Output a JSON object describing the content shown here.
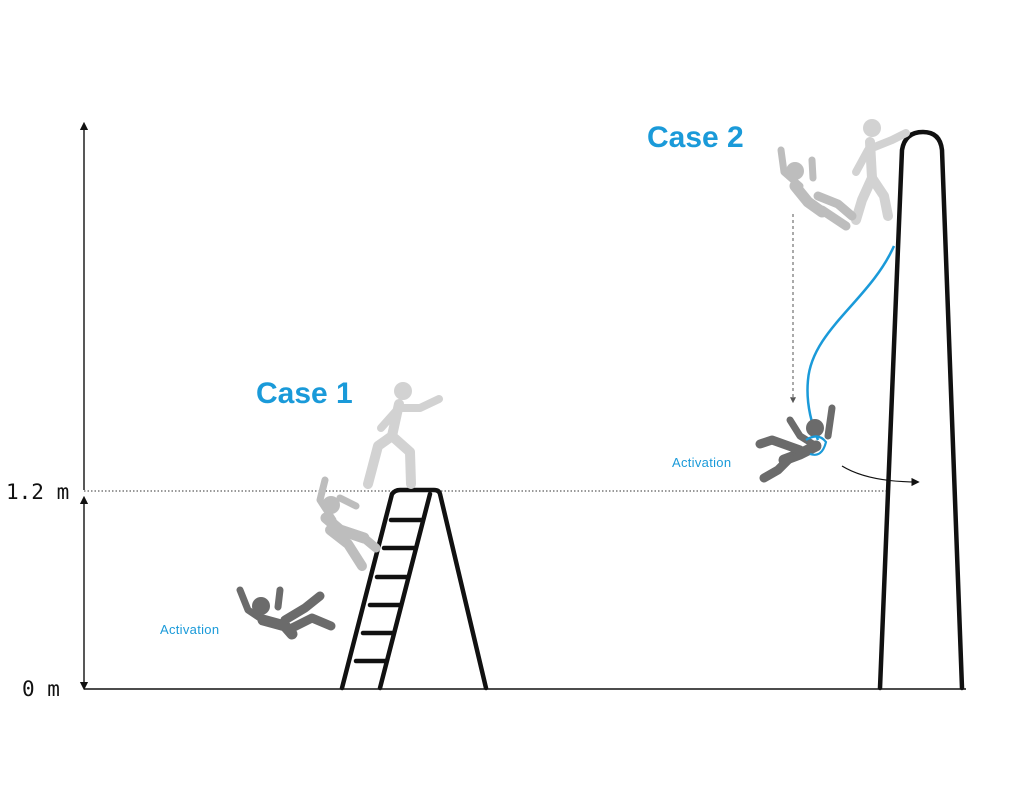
{
  "axis": {
    "top_label": "1.2 m",
    "bottom_label": "0 m"
  },
  "case1": {
    "title": "Case 1",
    "activation_label": "Activation"
  },
  "case2": {
    "title": "Case 2",
    "activation_label": "Activation"
  },
  "colors": {
    "accent_blue": "#1a9ad9",
    "line_black": "#111111",
    "figure_light": "#cfcfcf",
    "figure_mid": "#bdbdbd",
    "figure_dark": "#6b6b6b"
  },
  "icons": {
    "case1_falling_figures": [
      "standing-person-icon",
      "falling-person-icon",
      "fallen-person-icon"
    ],
    "case2_falling_figures": [
      "standing-person-icon",
      "falling-person-icon",
      "suspended-person-icon"
    ]
  }
}
